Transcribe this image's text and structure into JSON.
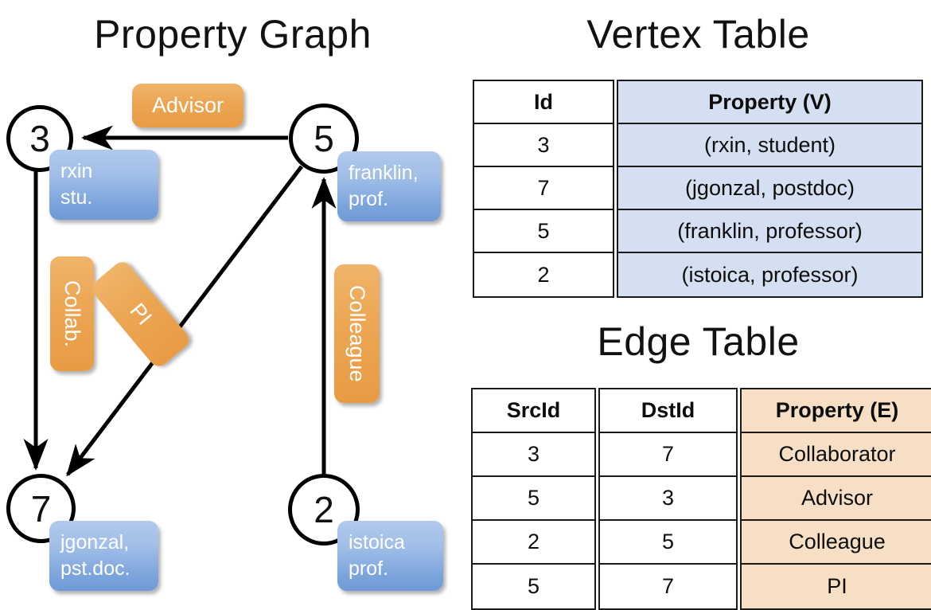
{
  "titles": {
    "property_graph": "Property Graph",
    "vertex_table": "Vertex Table",
    "edge_table": "Edge Table"
  },
  "colors": {
    "vertex_header_fill": "#d4e0f2",
    "edge_header_fill": "#f6dfc5",
    "node_box_blue": "#7aa3db",
    "edge_label_orange": "#eca755",
    "stroke": "#000000"
  },
  "graph": {
    "vertices": [
      {
        "id": "3",
        "name": "vertex-3",
        "prop_line1": "rxin",
        "prop_line2": "stu."
      },
      {
        "id": "5",
        "name": "vertex-5",
        "prop_line1": "franklin,",
        "prop_line2": "prof."
      },
      {
        "id": "7",
        "name": "vertex-7",
        "prop_line1": "jgonzal,",
        "prop_line2": "pst.doc."
      },
      {
        "id": "2",
        "name": "vertex-2",
        "prop_line1": "istoica",
        "prop_line2": "prof."
      }
    ],
    "edge_labels": [
      {
        "label": "Advisor",
        "orientation": "horizontal"
      },
      {
        "label": "Collab.",
        "orientation": "vertical"
      },
      {
        "label": "PI",
        "orientation": "rotated"
      },
      {
        "label": "Colleague",
        "orientation": "vertical"
      }
    ],
    "edges": [
      {
        "from": "5",
        "to": "3",
        "label": "Advisor"
      },
      {
        "from": "3",
        "to": "7",
        "label": "Collab."
      },
      {
        "from": "5",
        "to": "7",
        "label": "PI"
      },
      {
        "from": "2",
        "to": "5",
        "label": "Colleague"
      }
    ]
  },
  "vertex_table": {
    "headers": [
      "Id",
      "Property (V)"
    ],
    "rows": [
      {
        "id": "3",
        "property": "(rxin, student)"
      },
      {
        "id": "7",
        "property": "(jgonzal, postdoc)"
      },
      {
        "id": "5",
        "property": "(franklin, professor)"
      },
      {
        "id": "2",
        "property": "(istoica, professor)"
      }
    ]
  },
  "edge_table": {
    "headers": [
      "SrcId",
      "DstId",
      "Property (E)"
    ],
    "rows": [
      {
        "src": "3",
        "dst": "7",
        "property": "Collaborator"
      },
      {
        "src": "5",
        "dst": "3",
        "property": "Advisor"
      },
      {
        "src": "2",
        "dst": "5",
        "property": "Colleague"
      },
      {
        "src": "5",
        "dst": "7",
        "property": "PI"
      }
    ]
  }
}
